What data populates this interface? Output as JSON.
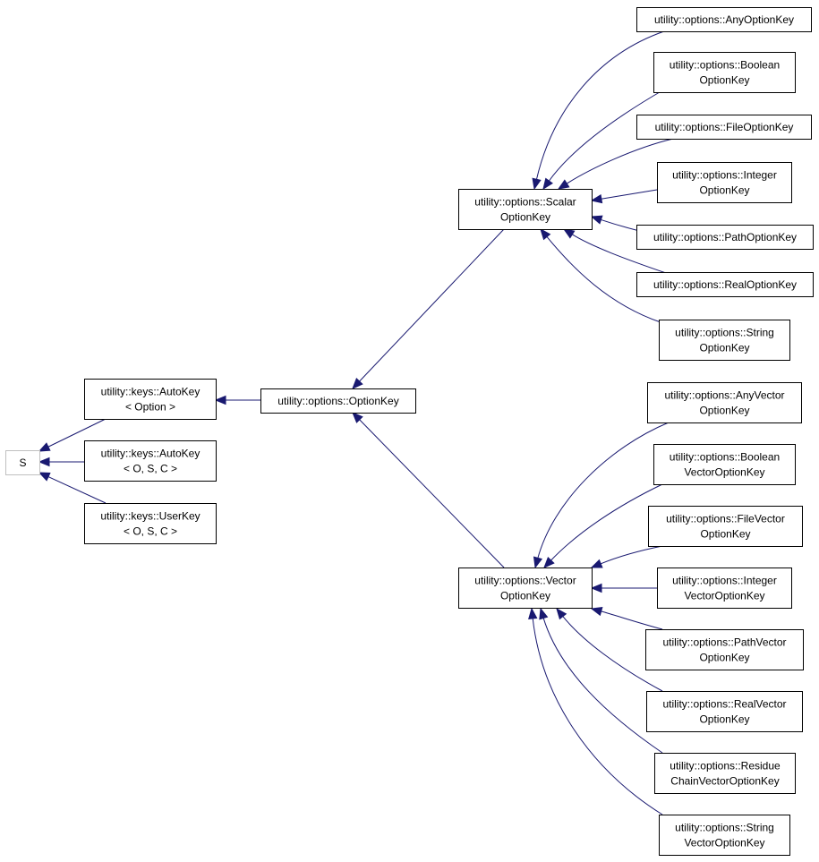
{
  "diagram": {
    "edge_color": "#191970",
    "nodes": {
      "s": {
        "lines": [
          "S"
        ]
      },
      "autokey_option": {
        "lines": [
          "utility::keys::AutoKey",
          "< Option >"
        ]
      },
      "autokey_osc": {
        "lines": [
          "utility::keys::AutoKey",
          "< O, S, C >"
        ]
      },
      "userkey_osc": {
        "lines": [
          "utility::keys::UserKey",
          "< O, S, C >"
        ]
      },
      "optionkey": {
        "lines": [
          "utility::options::OptionKey"
        ]
      },
      "scalar": {
        "lines": [
          "utility::options::Scalar",
          "OptionKey"
        ]
      },
      "vector": {
        "lines": [
          "utility::options::Vector",
          "OptionKey"
        ]
      },
      "any_option": {
        "lines": [
          "utility::options::AnyOptionKey"
        ]
      },
      "boolean_option": {
        "lines": [
          "utility::options::Boolean",
          "OptionKey"
        ]
      },
      "file_option": {
        "lines": [
          "utility::options::FileOptionKey"
        ]
      },
      "integer_option": {
        "lines": [
          "utility::options::Integer",
          "OptionKey"
        ]
      },
      "path_option": {
        "lines": [
          "utility::options::PathOptionKey"
        ]
      },
      "real_option": {
        "lines": [
          "utility::options::RealOptionKey"
        ]
      },
      "string_option": {
        "lines": [
          "utility::options::String",
          "OptionKey"
        ]
      },
      "any_vector": {
        "lines": [
          "utility::options::AnyVector",
          "OptionKey"
        ]
      },
      "boolean_vector": {
        "lines": [
          "utility::options::Boolean",
          "VectorOptionKey"
        ]
      },
      "file_vector": {
        "lines": [
          "utility::options::FileVector",
          "OptionKey"
        ]
      },
      "integer_vector": {
        "lines": [
          "utility::options::Integer",
          "VectorOptionKey"
        ]
      },
      "path_vector": {
        "lines": [
          "utility::options::PathVector",
          "OptionKey"
        ]
      },
      "real_vector": {
        "lines": [
          "utility::options::RealVector",
          "OptionKey"
        ]
      },
      "residue_chain_vector": {
        "lines": [
          "utility::options::Residue",
          "ChainVectorOptionKey"
        ]
      },
      "string_vector": {
        "lines": [
          "utility::options::String",
          "VectorOptionKey"
        ]
      }
    },
    "edges": [
      {
        "from": "autokey_option",
        "to": "s"
      },
      {
        "from": "autokey_osc",
        "to": "s"
      },
      {
        "from": "userkey_osc",
        "to": "s"
      },
      {
        "from": "optionkey",
        "to": "autokey_option"
      },
      {
        "from": "scalar",
        "to": "optionkey"
      },
      {
        "from": "vector",
        "to": "optionkey"
      },
      {
        "from": "any_option",
        "to": "scalar"
      },
      {
        "from": "boolean_option",
        "to": "scalar"
      },
      {
        "from": "file_option",
        "to": "scalar"
      },
      {
        "from": "integer_option",
        "to": "scalar"
      },
      {
        "from": "path_option",
        "to": "scalar"
      },
      {
        "from": "real_option",
        "to": "scalar"
      },
      {
        "from": "string_option",
        "to": "scalar"
      },
      {
        "from": "any_vector",
        "to": "vector"
      },
      {
        "from": "boolean_vector",
        "to": "vector"
      },
      {
        "from": "file_vector",
        "to": "vector"
      },
      {
        "from": "integer_vector",
        "to": "vector"
      },
      {
        "from": "path_vector",
        "to": "vector"
      },
      {
        "from": "real_vector",
        "to": "vector"
      },
      {
        "from": "residue_chain_vector",
        "to": "vector"
      },
      {
        "from": "string_vector",
        "to": "vector"
      }
    ]
  }
}
